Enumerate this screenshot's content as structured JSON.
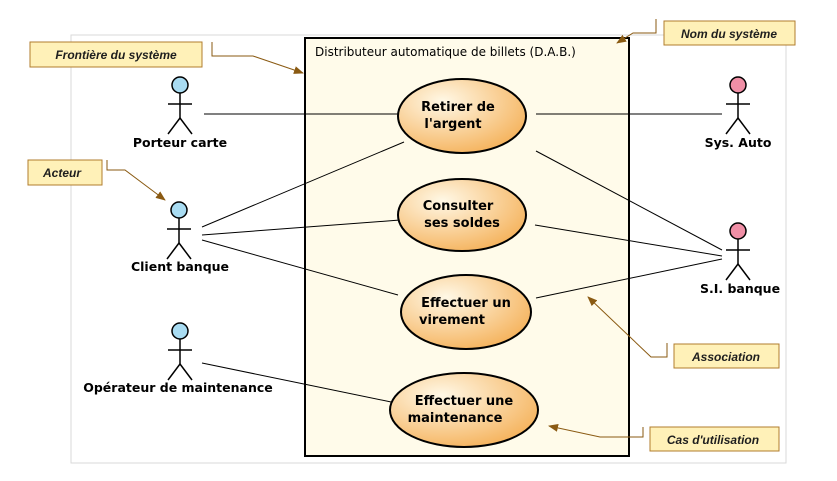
{
  "system": {
    "title": "Distributeur automatique de billets (D.A.B.)"
  },
  "actors": [
    {
      "id": "porteur",
      "label": "Porteur carte",
      "kind": "primary"
    },
    {
      "id": "client",
      "label": "Client banque",
      "kind": "primary"
    },
    {
      "id": "operateur",
      "label": "Opérateur de maintenance",
      "kind": "primary"
    },
    {
      "id": "sysauto",
      "label": "Sys. Auto",
      "kind": "secondary"
    },
    {
      "id": "sibanque",
      "label": "S.I. banque",
      "kind": "secondary"
    }
  ],
  "use_cases": [
    {
      "id": "retirer",
      "lines": [
        "Retirer de",
        "l'argent"
      ]
    },
    {
      "id": "consulter",
      "lines": [
        "Consulter",
        "ses soldes"
      ]
    },
    {
      "id": "virement",
      "lines": [
        "Effectuer un",
        "virement"
      ]
    },
    {
      "id": "maintenance",
      "lines": [
        "Effectuer une",
        "maintenance"
      ]
    }
  ],
  "associations": [
    [
      "porteur",
      "retirer"
    ],
    [
      "client",
      "retirer"
    ],
    [
      "client",
      "consulter"
    ],
    [
      "client",
      "virement"
    ],
    [
      "operateur",
      "maintenance"
    ],
    [
      "retirer",
      "sysauto"
    ],
    [
      "retirer",
      "sibanque"
    ],
    [
      "consulter",
      "sibanque"
    ],
    [
      "virement",
      "sibanque"
    ]
  ],
  "notes": {
    "frontiere": "Frontière du système",
    "nom": "Nom du système",
    "acteur": "Acteur",
    "association": "Association",
    "cas": "Cas d'utilisation"
  },
  "colors": {
    "primary_actor_head": "#a9dcf2",
    "secondary_actor_head": "#f08fa6",
    "use_case_light": "#fff8e6",
    "use_case_dark": "#f5b35d",
    "system_fill": "#fffbea",
    "note_fill": "#fff1b8",
    "note_border": "#b17d2e"
  }
}
